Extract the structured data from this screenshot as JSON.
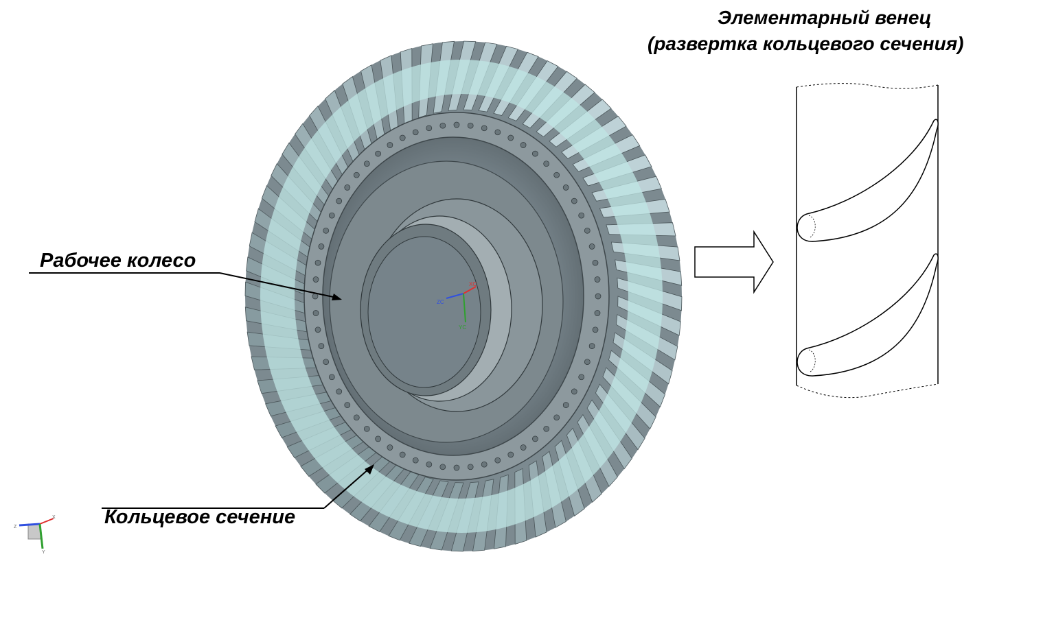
{
  "title": {
    "line1": "Элементарный венец",
    "line2": "(развертка кольцевого сечения)"
  },
  "labels": {
    "wheel": "Рабочее колесо",
    "section": "Кольцевое сечение"
  },
  "axes_view": {
    "x": "XC",
    "y": "YC",
    "z": "ZC"
  },
  "axes_triad": {
    "x": "X",
    "y": "Y",
    "z": "Z"
  },
  "colors": {
    "blade": "#8a9aa0",
    "blade_light": "#c9d6da",
    "disk": "#7f8b90",
    "disk_dark": "#5f6a6f",
    "section_band": "#bfe6e4",
    "axis_x": "#e03030",
    "axis_y": "#30a030",
    "axis_z": "#3050e0"
  },
  "wheel": {
    "blade_count": 64
  },
  "cascade": {
    "blade_count": 2
  }
}
